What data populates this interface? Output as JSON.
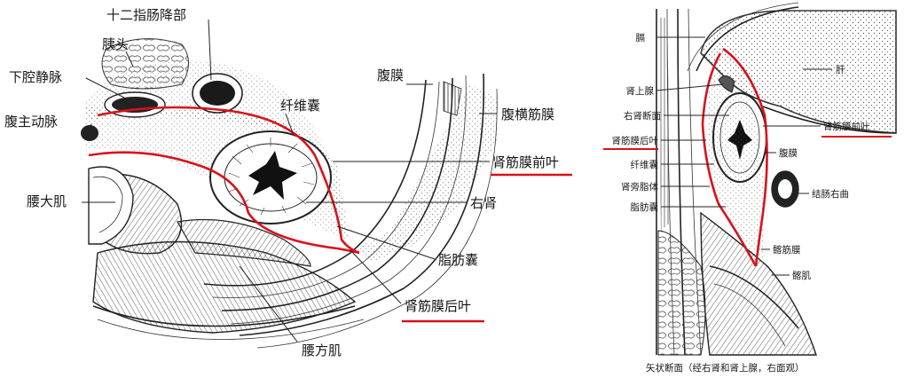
{
  "colors": {
    "accent_red": "#d9121b",
    "ink": "#222222",
    "dots": "#555555"
  },
  "left_diagram": {
    "labels": {
      "duodenum": "十二指肠降部",
      "pancreas_head": "胰头",
      "ivc": "下腔静脉",
      "aorta": "腹主动脉",
      "psoas": "腰大肌",
      "fibrous_capsule": "纤维囊",
      "peritoneum": "腹膜",
      "transversalis": "腹横筋膜",
      "anterior_renal_fascia": "肾筋膜前叶",
      "right_kidney": "右肾",
      "fat_capsule": "脂肪囊",
      "posterior_renal_fascia": "肾筋膜后叶",
      "quadratus": "腰方肌"
    }
  },
  "right_diagram": {
    "labels": {
      "diaphragm": "膈",
      "liver": "肝",
      "adrenal": "肾上腺",
      "right_kidney_section": "右肾断面",
      "posterior_renal_fascia": "肾筋膜后叶",
      "anterior_renal_fascia": "肾筋膜前叶",
      "peritoneum": "腹膜",
      "fibrous_capsule": "纤维囊",
      "pararenal_fat": "肾旁脂体",
      "colic_flexure": "结肠右曲",
      "fat_capsule": "脂肪囊",
      "iliac_fascia": "髂筋膜",
      "iliacus": "髂肌"
    },
    "caption": "矢状断面（经右肾和肾上腺，右面观）"
  }
}
